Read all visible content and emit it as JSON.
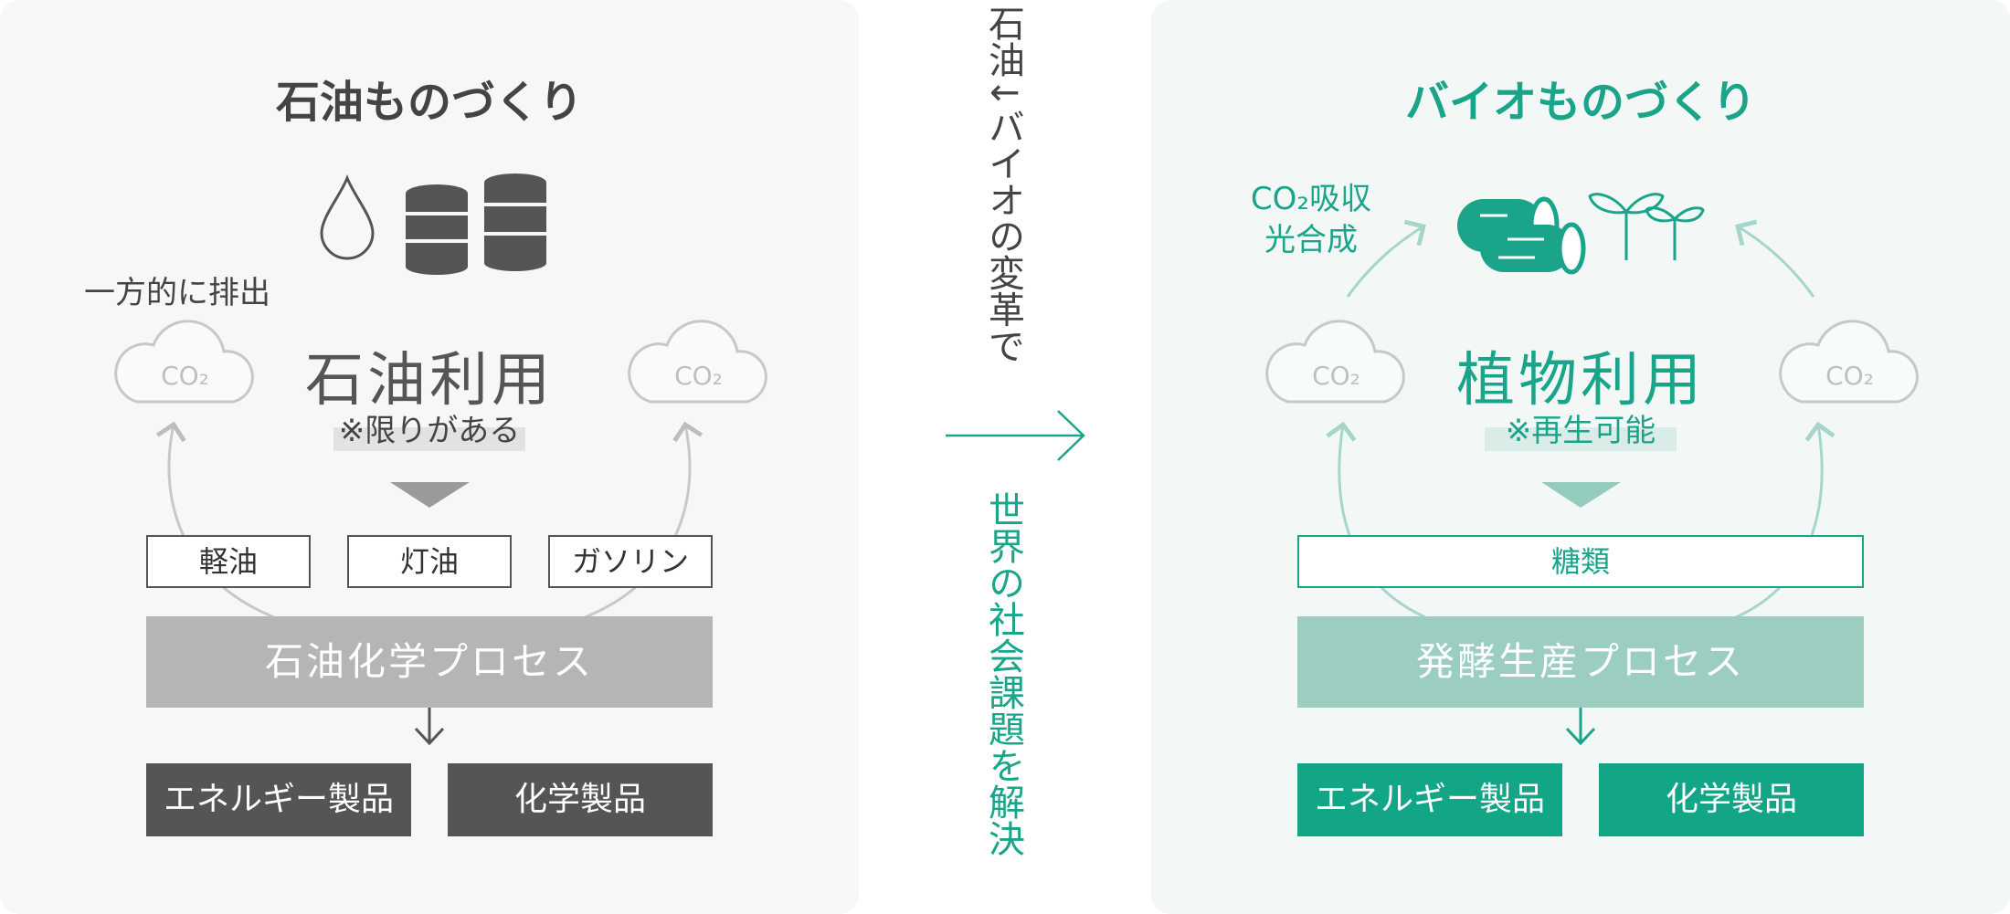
{
  "colors": {
    "gray_dark": "#555555",
    "gray_process": "#b5b5b5",
    "green": "#1aa58b",
    "green_light": "#9bcdc0"
  },
  "left": {
    "title": "石油ものづくり",
    "one_way_label": "一方的に排出",
    "co2_label": "CO₂",
    "main_label": "石油利用",
    "note": "※限りがある",
    "fuels": [
      "軽油",
      "灯油",
      "ガソリン"
    ],
    "process": "石油化学プロセス",
    "products": [
      "エネルギー製品",
      "化学製品"
    ]
  },
  "center": {
    "top_vertical": "石油↓バイオの変革で",
    "bottom_vertical": "世界の社会課題を解決"
  },
  "right": {
    "title": "バイオものづくり",
    "absorb_line1": "CO₂吸収",
    "absorb_line2": "光合成",
    "co2_label": "CO₂",
    "main_label": "植物利用",
    "note": "※再生可能",
    "sugar": "糖類",
    "process": "発酵生産プロセス",
    "products": [
      "エネルギー製品",
      "化学製品"
    ]
  },
  "icons": [
    "oil-drop-icon",
    "oil-barrel-icon",
    "wood-log-icon",
    "sprout-icon",
    "co2-cloud-icon"
  ]
}
